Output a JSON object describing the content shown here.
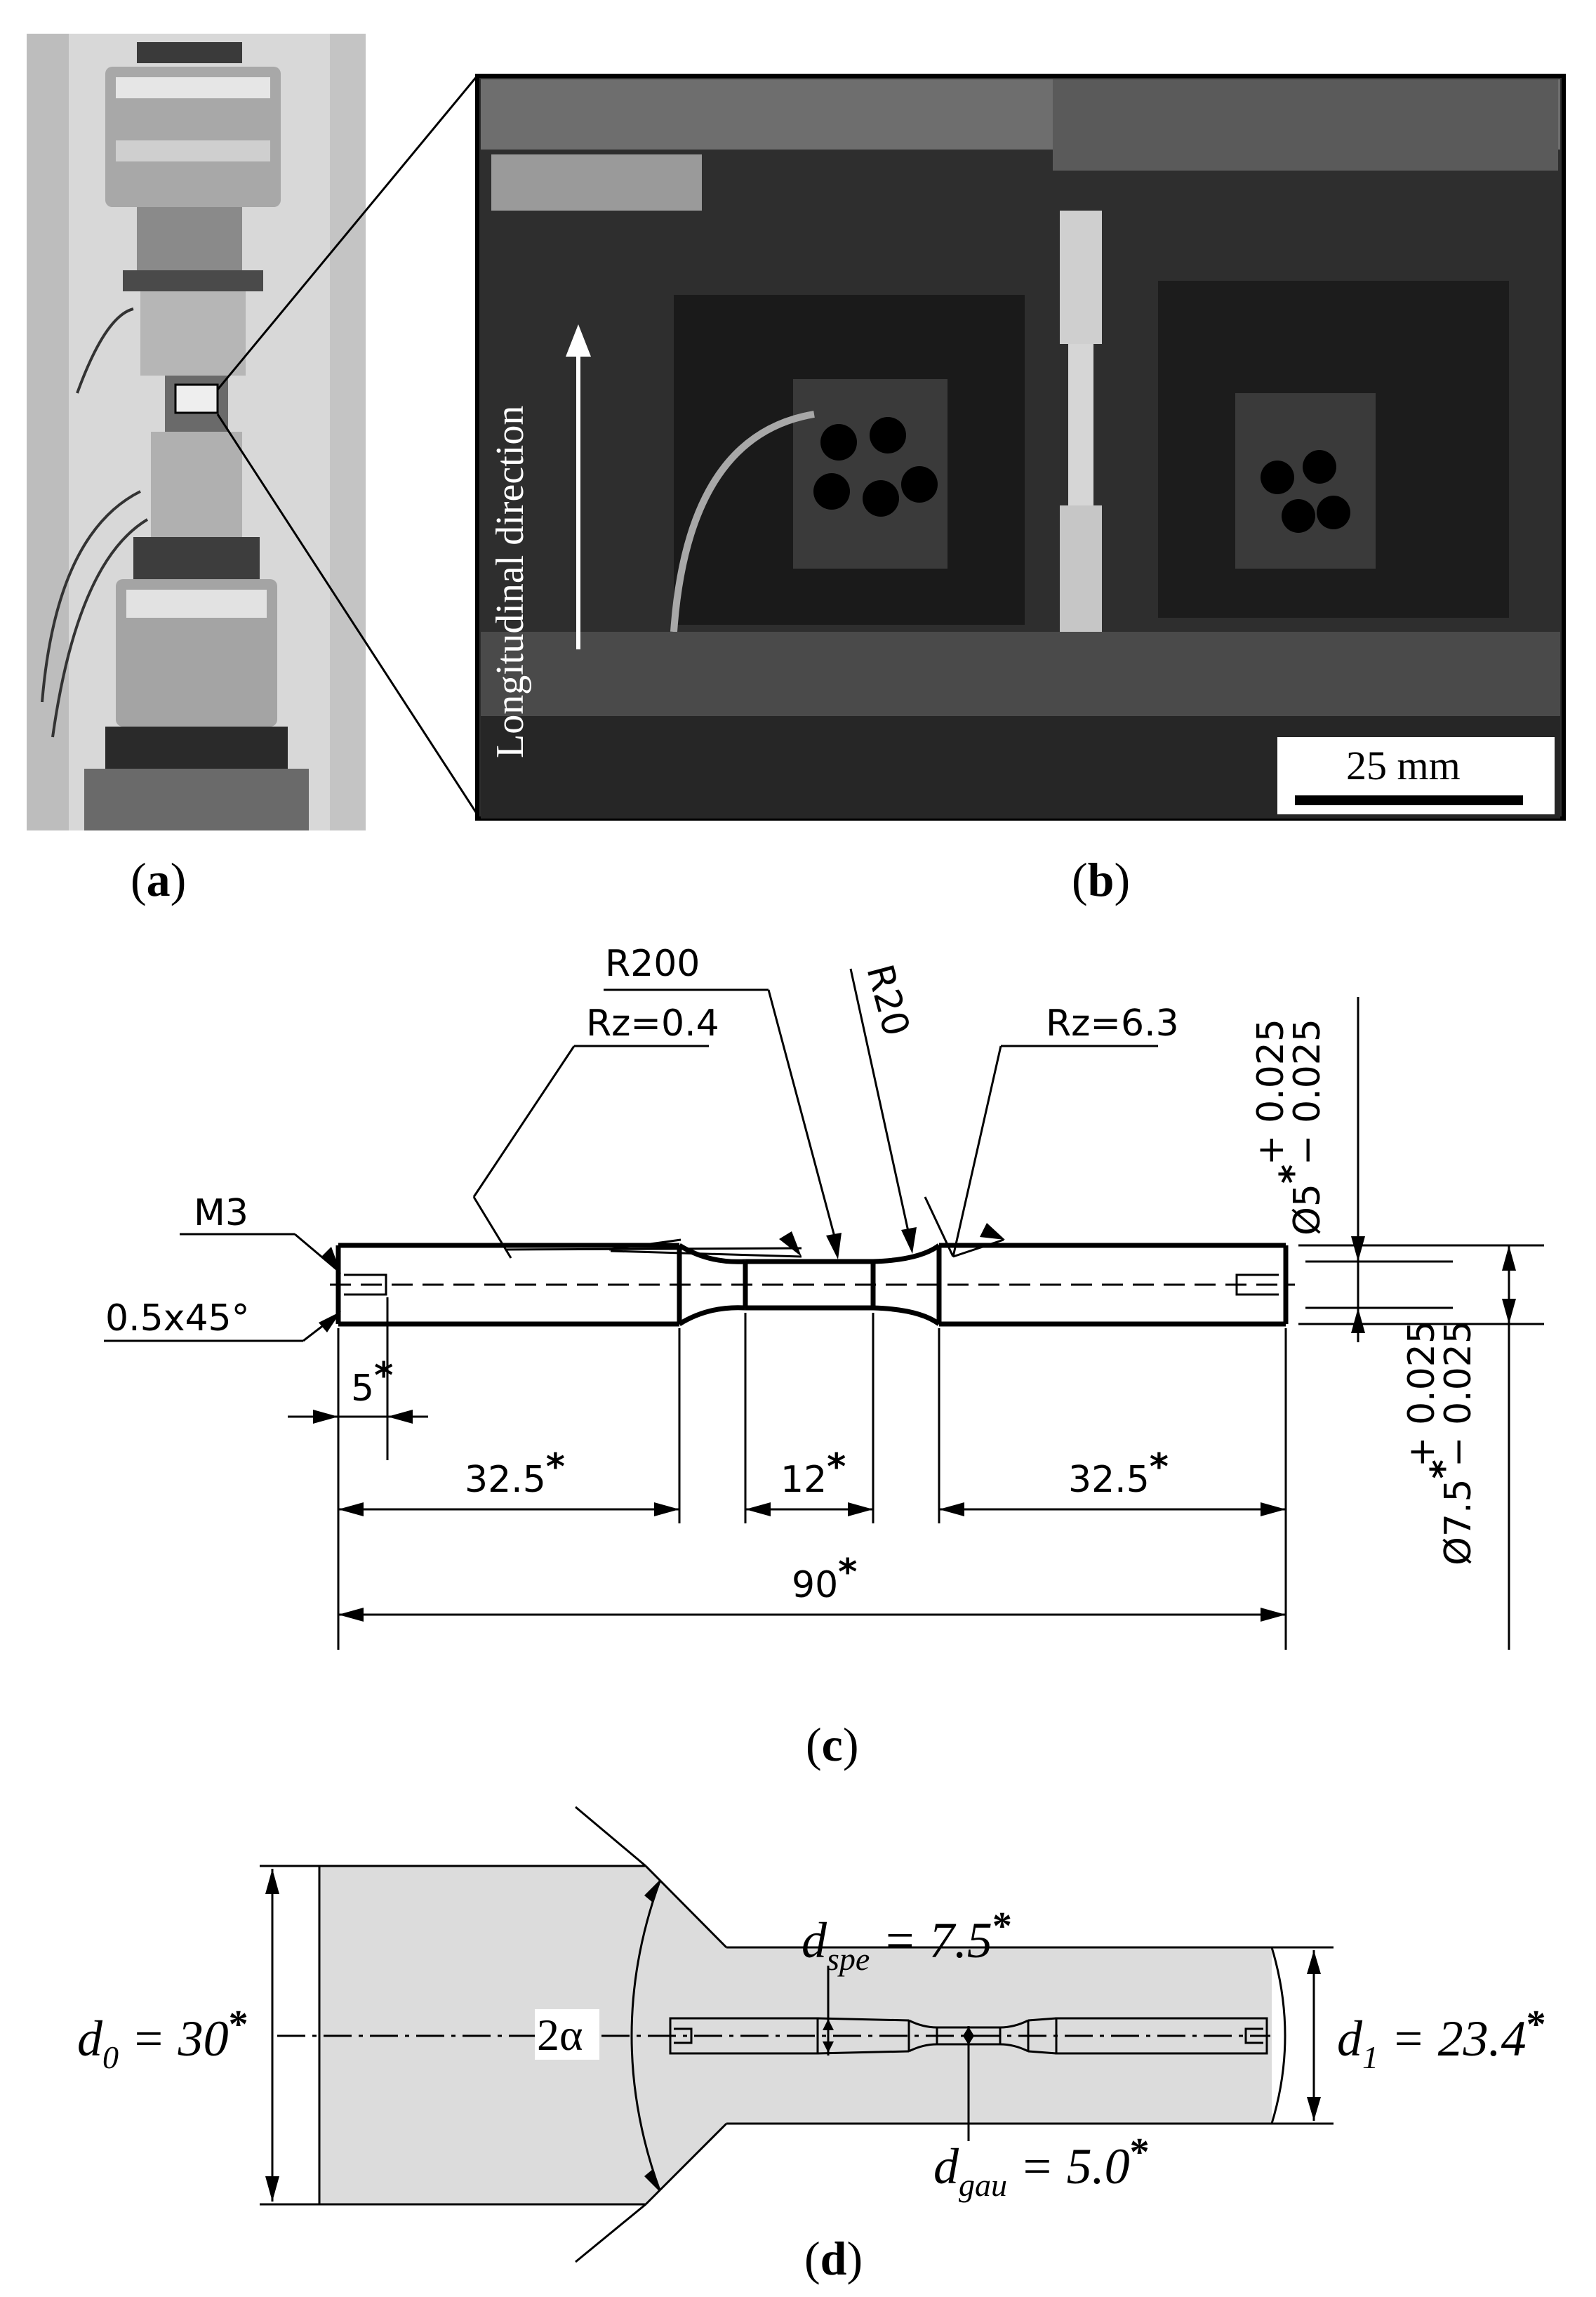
{
  "panels": {
    "a": {
      "label_open": "(",
      "label_letter": "a",
      "label_close": ")"
    },
    "b": {
      "label_open": "(",
      "label_letter": "b",
      "label_close": ")",
      "direction_text": "Longitudinal direction",
      "scale_bar": "25 mm"
    },
    "c": {
      "label_open": "(",
      "label_letter": "c",
      "label_close": ")",
      "r200": "R200",
      "r20": "R20",
      "rz_left": "Rz=0.4",
      "rz_right": "Rz=6.3",
      "thread": "M3",
      "chamfer": "0.5x45°",
      "dim_5": "5",
      "dim_32_5_left": "32.5",
      "dim_12": "12",
      "dim_32_5_right": "32.5",
      "dim_90": "90",
      "star": "*",
      "dia_5": "Ø5",
      "dia_7_5": "Ø7.5",
      "tol_plus": "+ 0.025",
      "tol_minus": "− 0.025"
    },
    "d": {
      "label_open": "(",
      "label_letter": "d",
      "label_close": ")",
      "d0": "d",
      "d0_sub": "0",
      "d0_val": " = 30",
      "d1": "d",
      "d1_sub": "1",
      "d1_val": " = 23.4",
      "dspe": "d",
      "dspe_sub": "spe",
      "dspe_val": " = 7.5",
      "dgau": "d",
      "dgau_sub": "gau",
      "dgau_val": " = 5.0",
      "angle": "2α",
      "star": "*"
    }
  }
}
